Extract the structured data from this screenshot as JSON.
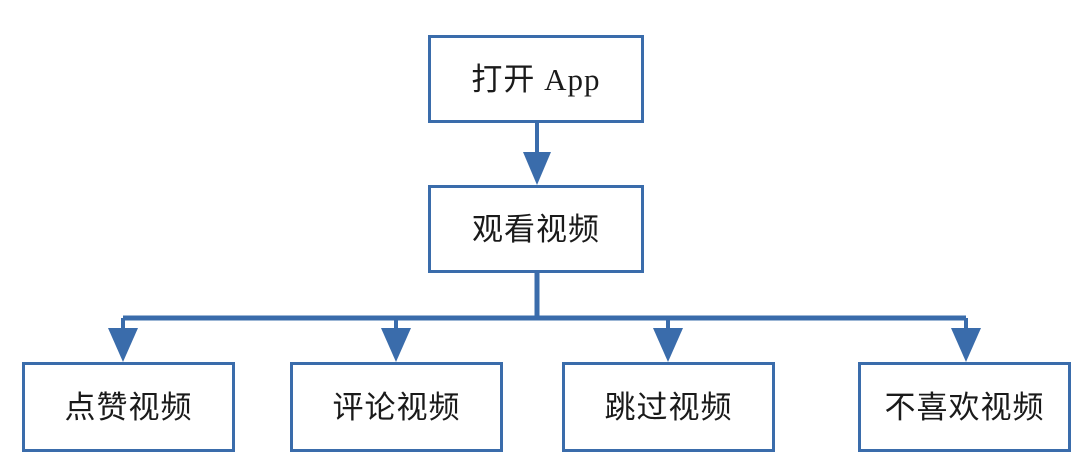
{
  "diagram": {
    "title": "",
    "type": "flowchart",
    "background_color": "#ffffff",
    "node_border_color": "#3a6cab",
    "node_fill_color": "#ffffff",
    "connector_color": "#3a6cab",
    "text_color": "#1a1a1a",
    "nodes": [
      {
        "id": "open-app",
        "label": "打开 App",
        "level": 0
      },
      {
        "id": "watch-video",
        "label": "观看视频",
        "level": 1
      },
      {
        "id": "like-video",
        "label": "点赞视频",
        "level": 2
      },
      {
        "id": "comment-video",
        "label": "评论视频",
        "level": 2
      },
      {
        "id": "skip-video",
        "label": "跳过视频",
        "level": 2
      },
      {
        "id": "dislike-video",
        "label": "不喜欢视频",
        "level": 2
      }
    ],
    "edges": [
      {
        "from": "open-app",
        "to": "watch-video",
        "label": "",
        "arrow": "down"
      },
      {
        "from": "watch-video",
        "to": "like-video",
        "label": "",
        "arrow": "down"
      },
      {
        "from": "watch-video",
        "to": "comment-video",
        "label": "",
        "arrow": "down"
      },
      {
        "from": "watch-video",
        "to": "skip-video",
        "label": "",
        "arrow": "down"
      },
      {
        "from": "watch-video",
        "to": "dislike-video",
        "label": "",
        "arrow": "down"
      }
    ]
  }
}
